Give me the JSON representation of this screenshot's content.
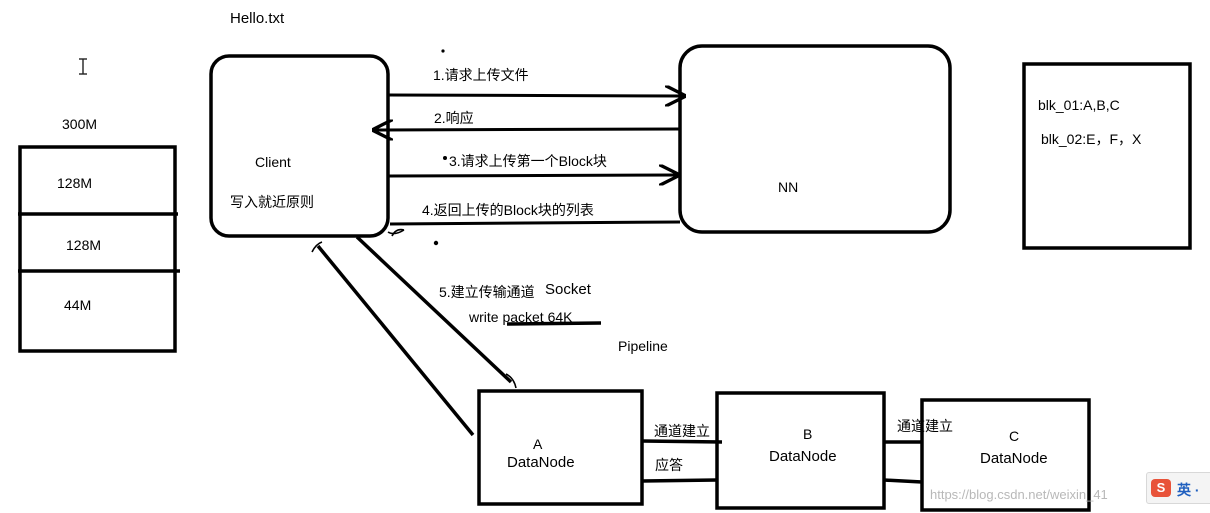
{
  "file_label": "Hello.txt",
  "file_size": "300M",
  "blocks": [
    "128M",
    "128M",
    "44M"
  ],
  "client": {
    "name": "Client",
    "note": "写入就近原则"
  },
  "namenode": {
    "name": "NN"
  },
  "metadata": {
    "line1": "blk_01:A,B,C",
    "line2": "blk_02:E，F，X"
  },
  "steps": {
    "s1": "1.请求上传文件",
    "s2": "2.响应",
    "s3": "3.请求上传第一个Block块",
    "s4": "4.返回上传的Block块的列表",
    "s5": "5.建立传输通道",
    "s5_extra": "Socket",
    "packet": "write packet 64K"
  },
  "pipeline_label": "Pipeline",
  "datanodes": [
    {
      "id": "A",
      "label": "DataNode"
    },
    {
      "id": "B",
      "label": "DataNode"
    },
    {
      "id": "C",
      "label": "DataNode"
    }
  ],
  "links": {
    "ab_top": "通道建立",
    "ab_bottom": "应答",
    "bc_top": "通道建立"
  },
  "cursor_icon": "text-cursor-icon",
  "watermark": "https://blog.csdn.net/weixin_41",
  "ime": {
    "icon_text": "S",
    "label": "英 ·"
  }
}
